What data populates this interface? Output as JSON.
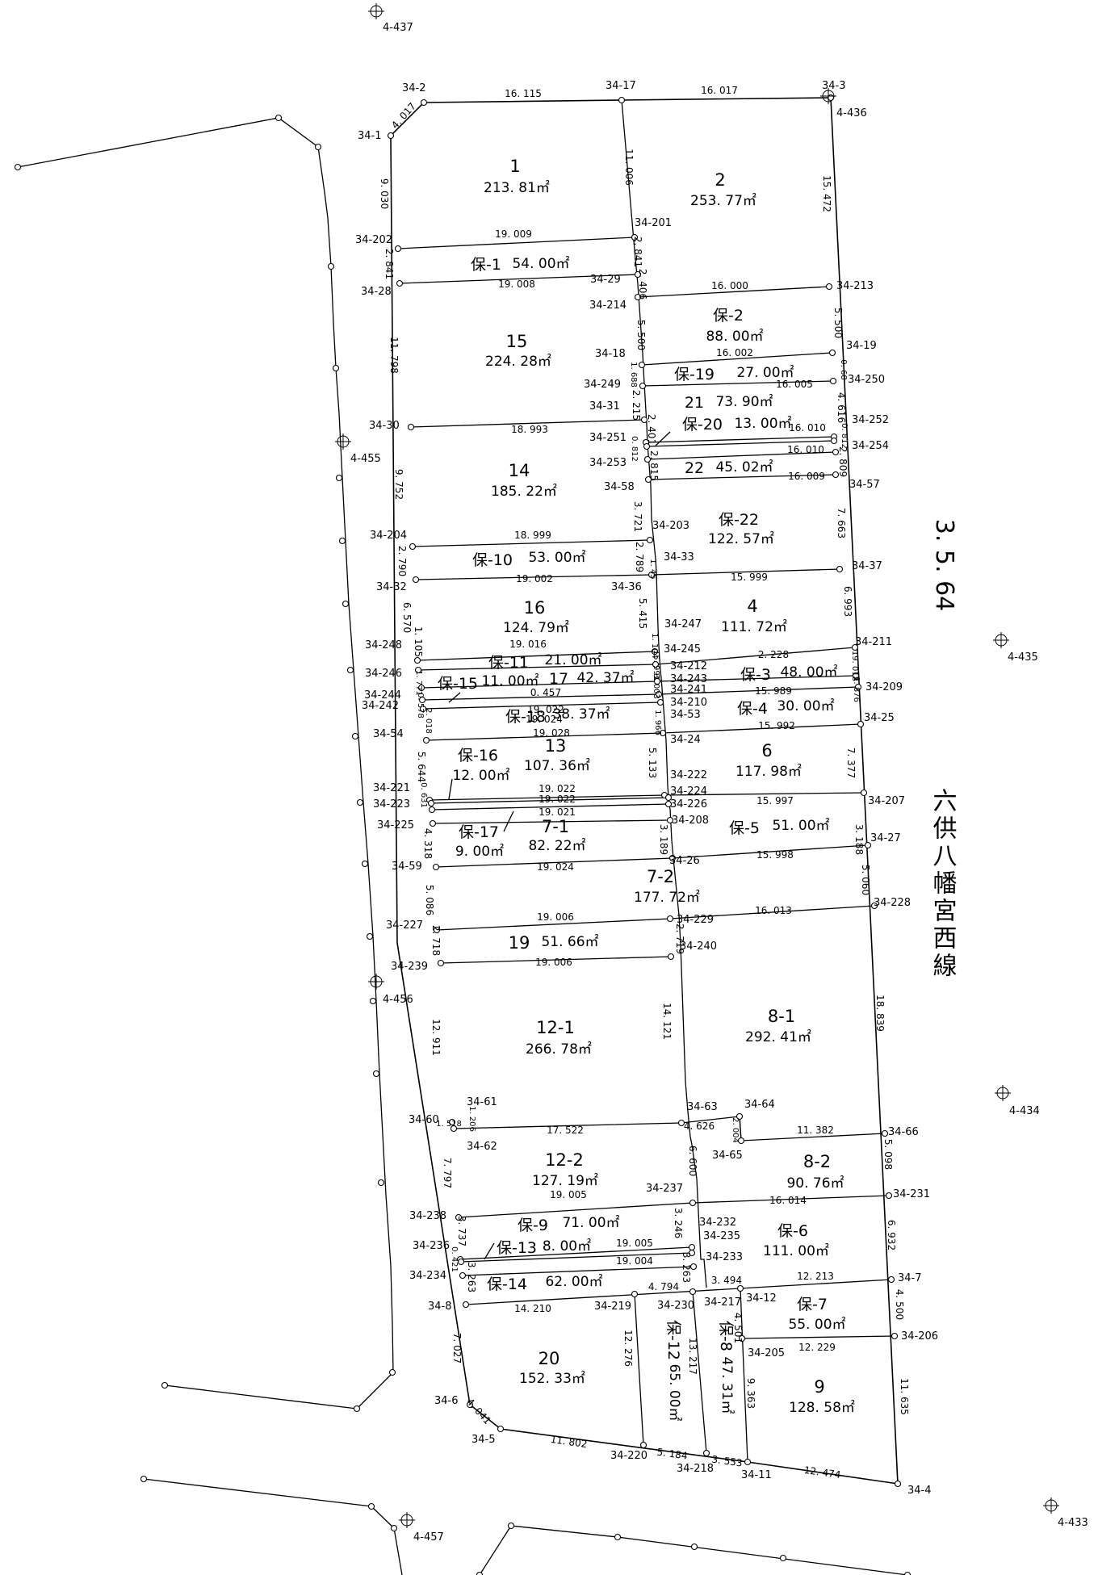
{
  "benchmarks": [
    "4-437",
    "4-436",
    "4-455",
    "4-435",
    "4-456",
    "4-434",
    "4-457",
    "4-433"
  ],
  "road": {
    "number": "3. 5. 64",
    "name": "六供八幡宮西線"
  },
  "points": [
    "34-1",
    "34-2",
    "34-17",
    "34-3",
    "34-202",
    "34-201",
    "34-28",
    "34-29",
    "34-214",
    "34-213",
    "34-18",
    "34-19",
    "34-249",
    "34-250",
    "34-31",
    "34-252",
    "34-30",
    "34-251",
    "34-254",
    "34-253",
    "34-58",
    "34-57",
    "34-203",
    "34-204",
    "34-33",
    "34-37",
    "34-32",
    "34-36",
    "34-247",
    "34-211",
    "34-248",
    "34-245",
    "34-246",
    "34-212",
    "34-209",
    "34-243",
    "34-244",
    "34-241",
    "34-242",
    "34-210",
    "34-25",
    "34-53",
    "34-54",
    "34-24",
    "34-222",
    "34-221",
    "34-224",
    "34-207",
    "34-223",
    "34-226",
    "34-225",
    "34-208",
    "34-27",
    "34-59",
    "34-26",
    "34-228",
    "34-227",
    "34-229",
    "34-239",
    "34-240",
    "34-61",
    "34-63",
    "34-64",
    "34-60",
    "34-62",
    "34-66",
    "34-65",
    "34-237",
    "34-231",
    "34-238",
    "34-232",
    "34-235",
    "34-236",
    "34-233",
    "34-234",
    "34-7",
    "34-230",
    "34-217",
    "34-12",
    "34-8",
    "34-219",
    "34-206",
    "34-205",
    "34-6",
    "34-5",
    "34-220",
    "34-218",
    "34-11",
    "34-4"
  ],
  "lots": [
    {
      "no": "1",
      "area": "213. 81㎡"
    },
    {
      "no": "2",
      "area": "253. 77㎡"
    },
    {
      "no": "保-1",
      "area": "54. 00㎡"
    },
    {
      "no": "15",
      "area": "224. 28㎡"
    },
    {
      "no": "保-2",
      "area": "88. 00㎡"
    },
    {
      "no": "保-19",
      "area": "27. 00㎡"
    },
    {
      "no": "21",
      "area": "73. 90㎡"
    },
    {
      "no": "保-20",
      "area": "13. 00㎡"
    },
    {
      "no": "14",
      "area": "185. 22㎡"
    },
    {
      "no": "22",
      "area": "45. 02㎡"
    },
    {
      "no": "保-22",
      "area": "122. 57㎡"
    },
    {
      "no": "保-10",
      "area": "53. 00㎡"
    },
    {
      "no": "16",
      "area": "124. 79㎡"
    },
    {
      "no": "4",
      "area": "111. 72㎡"
    },
    {
      "no": "保-11",
      "area": "21. 00㎡"
    },
    {
      "no": "保-15",
      "area": "11. 00㎡"
    },
    {
      "no": "17",
      "area": "42. 37㎡"
    },
    {
      "no": "保-3",
      "area": "48. 00㎡"
    },
    {
      "no": "保-18",
      "area": "38. 37㎡"
    },
    {
      "no": "保-4",
      "area": "30. 00㎡"
    },
    {
      "no": "保-16",
      "area": "12. 00㎡"
    },
    {
      "no": "13",
      "area": "107. 36㎡"
    },
    {
      "no": "6",
      "area": "117. 98㎡"
    },
    {
      "no": "保-17",
      "area": "9. 00㎡"
    },
    {
      "no": "7-1",
      "area": "82. 22㎡"
    },
    {
      "no": "保-5",
      "area": "51. 00㎡"
    },
    {
      "no": "7-2",
      "area": "177. 72㎡"
    },
    {
      "no": "19",
      "area": "51. 66㎡"
    },
    {
      "no": "12-1",
      "area": "266. 78㎡"
    },
    {
      "no": "8-1",
      "area": "292. 41㎡"
    },
    {
      "no": "12-2",
      "area": "127. 19㎡"
    },
    {
      "no": "8-2",
      "area": "90. 76㎡"
    },
    {
      "no": "保-9",
      "area": "71. 00㎡"
    },
    {
      "no": "保-6",
      "area": "111. 00㎡"
    },
    {
      "no": "保-13",
      "area": "8. 00㎡"
    },
    {
      "no": "保-14",
      "area": "62. 00㎡"
    },
    {
      "no": "保-7",
      "area": "55. 00㎡"
    },
    {
      "no": "20",
      "area": "152. 33㎡"
    },
    {
      "no": "保-12",
      "area": "65. 00㎡"
    },
    {
      "no": "保-8",
      "area": "47. 31㎡"
    },
    {
      "no": "9",
      "area": "128. 58㎡"
    }
  ],
  "dimensions": [
    "16. 115",
    "16. 017",
    "4. 017",
    "9. 030",
    "11. 006",
    "15. 472",
    "19. 009",
    "2. 841",
    "2. 841",
    "19. 008",
    "2. 406",
    "16. 000",
    "11. 798",
    "5. 500",
    "5. 500",
    "16. 002",
    "1. 688",
    "0. 68",
    "16. 005",
    "2. 215",
    "4. 616",
    "18. 993",
    "2. 401",
    "16. 010",
    "0. 812",
    "16. 010",
    "0. 812",
    "2. 815",
    "2. 809",
    "16. 009",
    "9. 752",
    "3. 721",
    "7. 663",
    "18. 999",
    "2. 790",
    "2. 789",
    "1. 45",
    "19. 002",
    "15. 999",
    "6. 570",
    "5. 415",
    "6. 993",
    "19. 016",
    "1. 105",
    "1. 104",
    "15. 991",
    "19. 018",
    "2. 228",
    "0. 457",
    "1. 771",
    "3. 003",
    "1. 876",
    "19. 022",
    "15. 989",
    "19. 024",
    "0. 578",
    "2. 018",
    "1. 966",
    "15. 992",
    "19. 028",
    "5. 644",
    "5. 133",
    "7. 377",
    "19. 022",
    "19. 022",
    "0. 631",
    "19. 021",
    "15. 997",
    "3. 189",
    "3. 188",
    "4. 318",
    "19. 024",
    "15. 998",
    "5. 060",
    "5. 086",
    "19. 006",
    "16. 013",
    "2. 718",
    "2. 719",
    "19. 006",
    "12. 911",
    "14. 121",
    "18. 839",
    "1. 518",
    "1. 206",
    "17. 522",
    "4. 626",
    "2. 004",
    "11. 382",
    "7. 797",
    "6. 600",
    "5. 098",
    "19. 005",
    "16. 014",
    "3. 737",
    "3. 246",
    "6. 932",
    "19. 005",
    "0. 421",
    "19. 004",
    "3. 263",
    "3. 263",
    "12. 213",
    "4. 794",
    "3. 494",
    "14. 210",
    "4. 500",
    "7. 027",
    "12. 276",
    "13. 217",
    "4. 501",
    "12. 229",
    "9. 363",
    "11. 635",
    "4. 041",
    "11. 802",
    "5. 184",
    "3. 553",
    "12. 474"
  ]
}
